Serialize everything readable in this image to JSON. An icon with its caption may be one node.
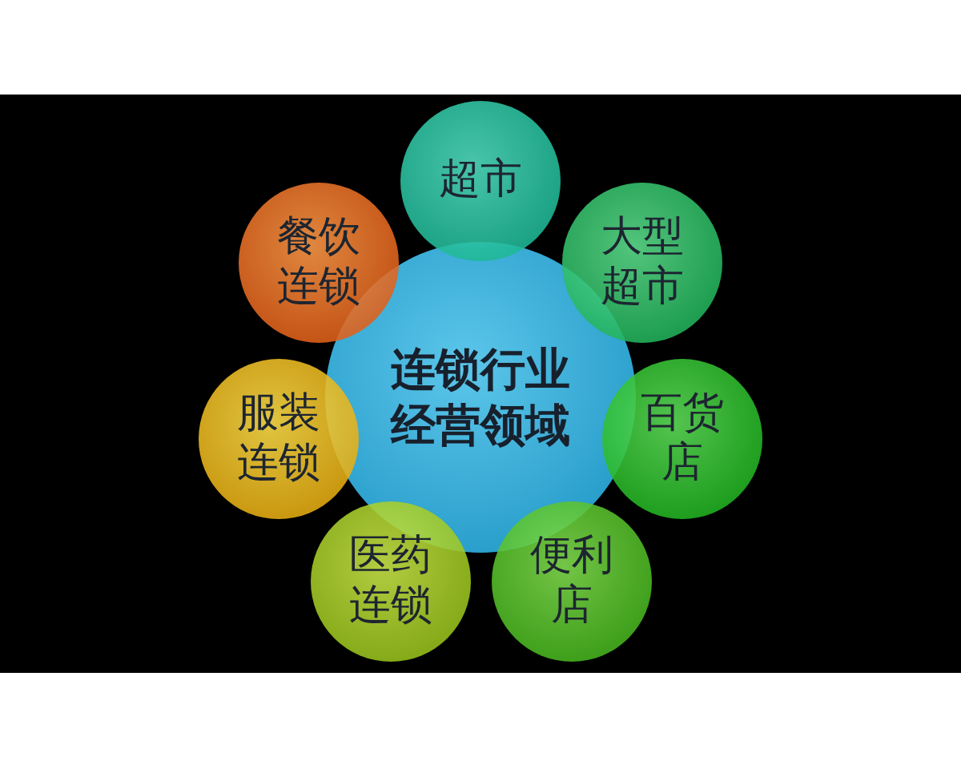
{
  "diagram": {
    "nodes": [
      {
        "text": [
          "连锁行业经营领域"
        ]
      },
      {
        "text": [
          "超市"
        ]
      },
      {
        "text": [
          "大型超市"
        ]
      },
      {
        "text": [
          "百货店"
        ]
      },
      {
        "text": [
          "便利店"
        ]
      },
      {
        "text": [
          "医药连锁"
        ]
      },
      {
        "text": [
          "服装连锁"
        ]
      },
      {
        "text": [
          "餐饮连锁"
        ]
      }
    ],
    "edges": []
  }
}
